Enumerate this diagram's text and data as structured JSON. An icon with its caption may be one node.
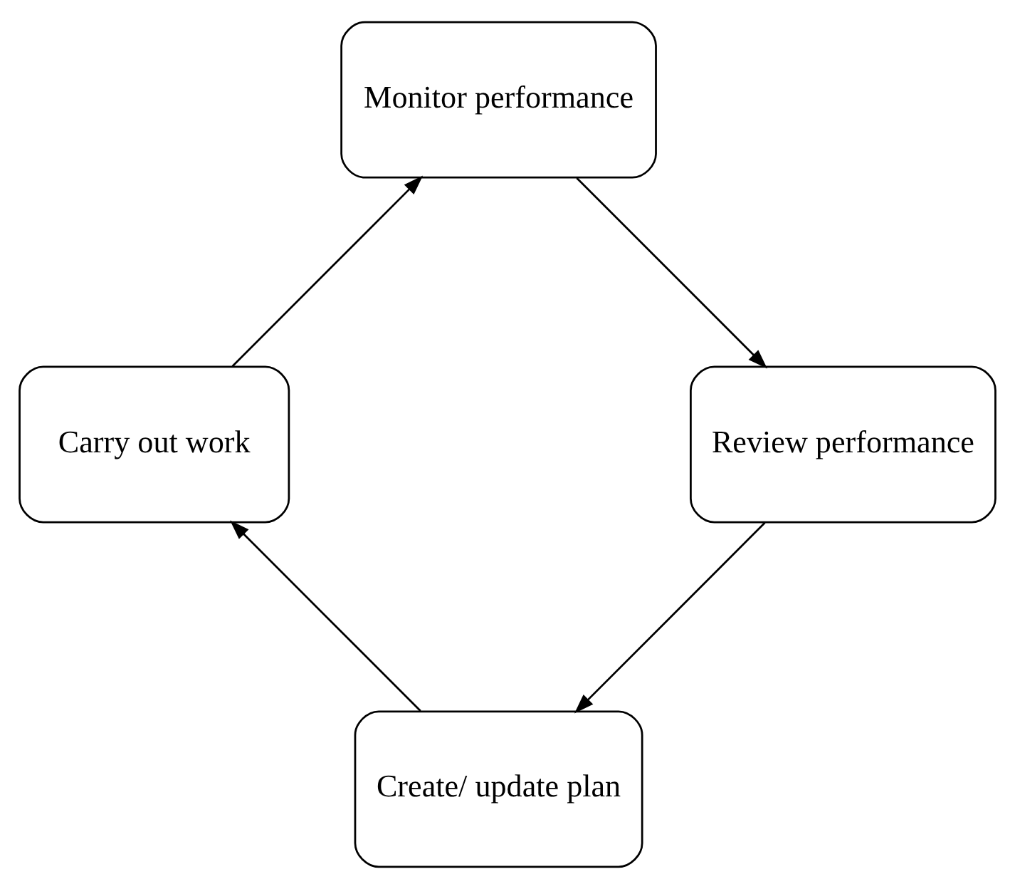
{
  "diagram": {
    "nodes": [
      {
        "text": [
          "Create/ update plan"
        ]
      },
      {
        "text": [
          "Carry out work"
        ]
      },
      {
        "text": [
          "Monitor performance"
        ]
      },
      {
        "text": [
          "Review performance"
        ]
      }
    ],
    "edges": [
      {
        "from": 0,
        "to": 1,
        "arrow": "to"
      },
      {
        "from": 1,
        "to": 2,
        "arrow": "to"
      },
      {
        "from": 2,
        "to": 3,
        "arrow": "to"
      },
      {
        "from": 3,
        "to": 0,
        "arrow": "to"
      }
    ]
  }
}
